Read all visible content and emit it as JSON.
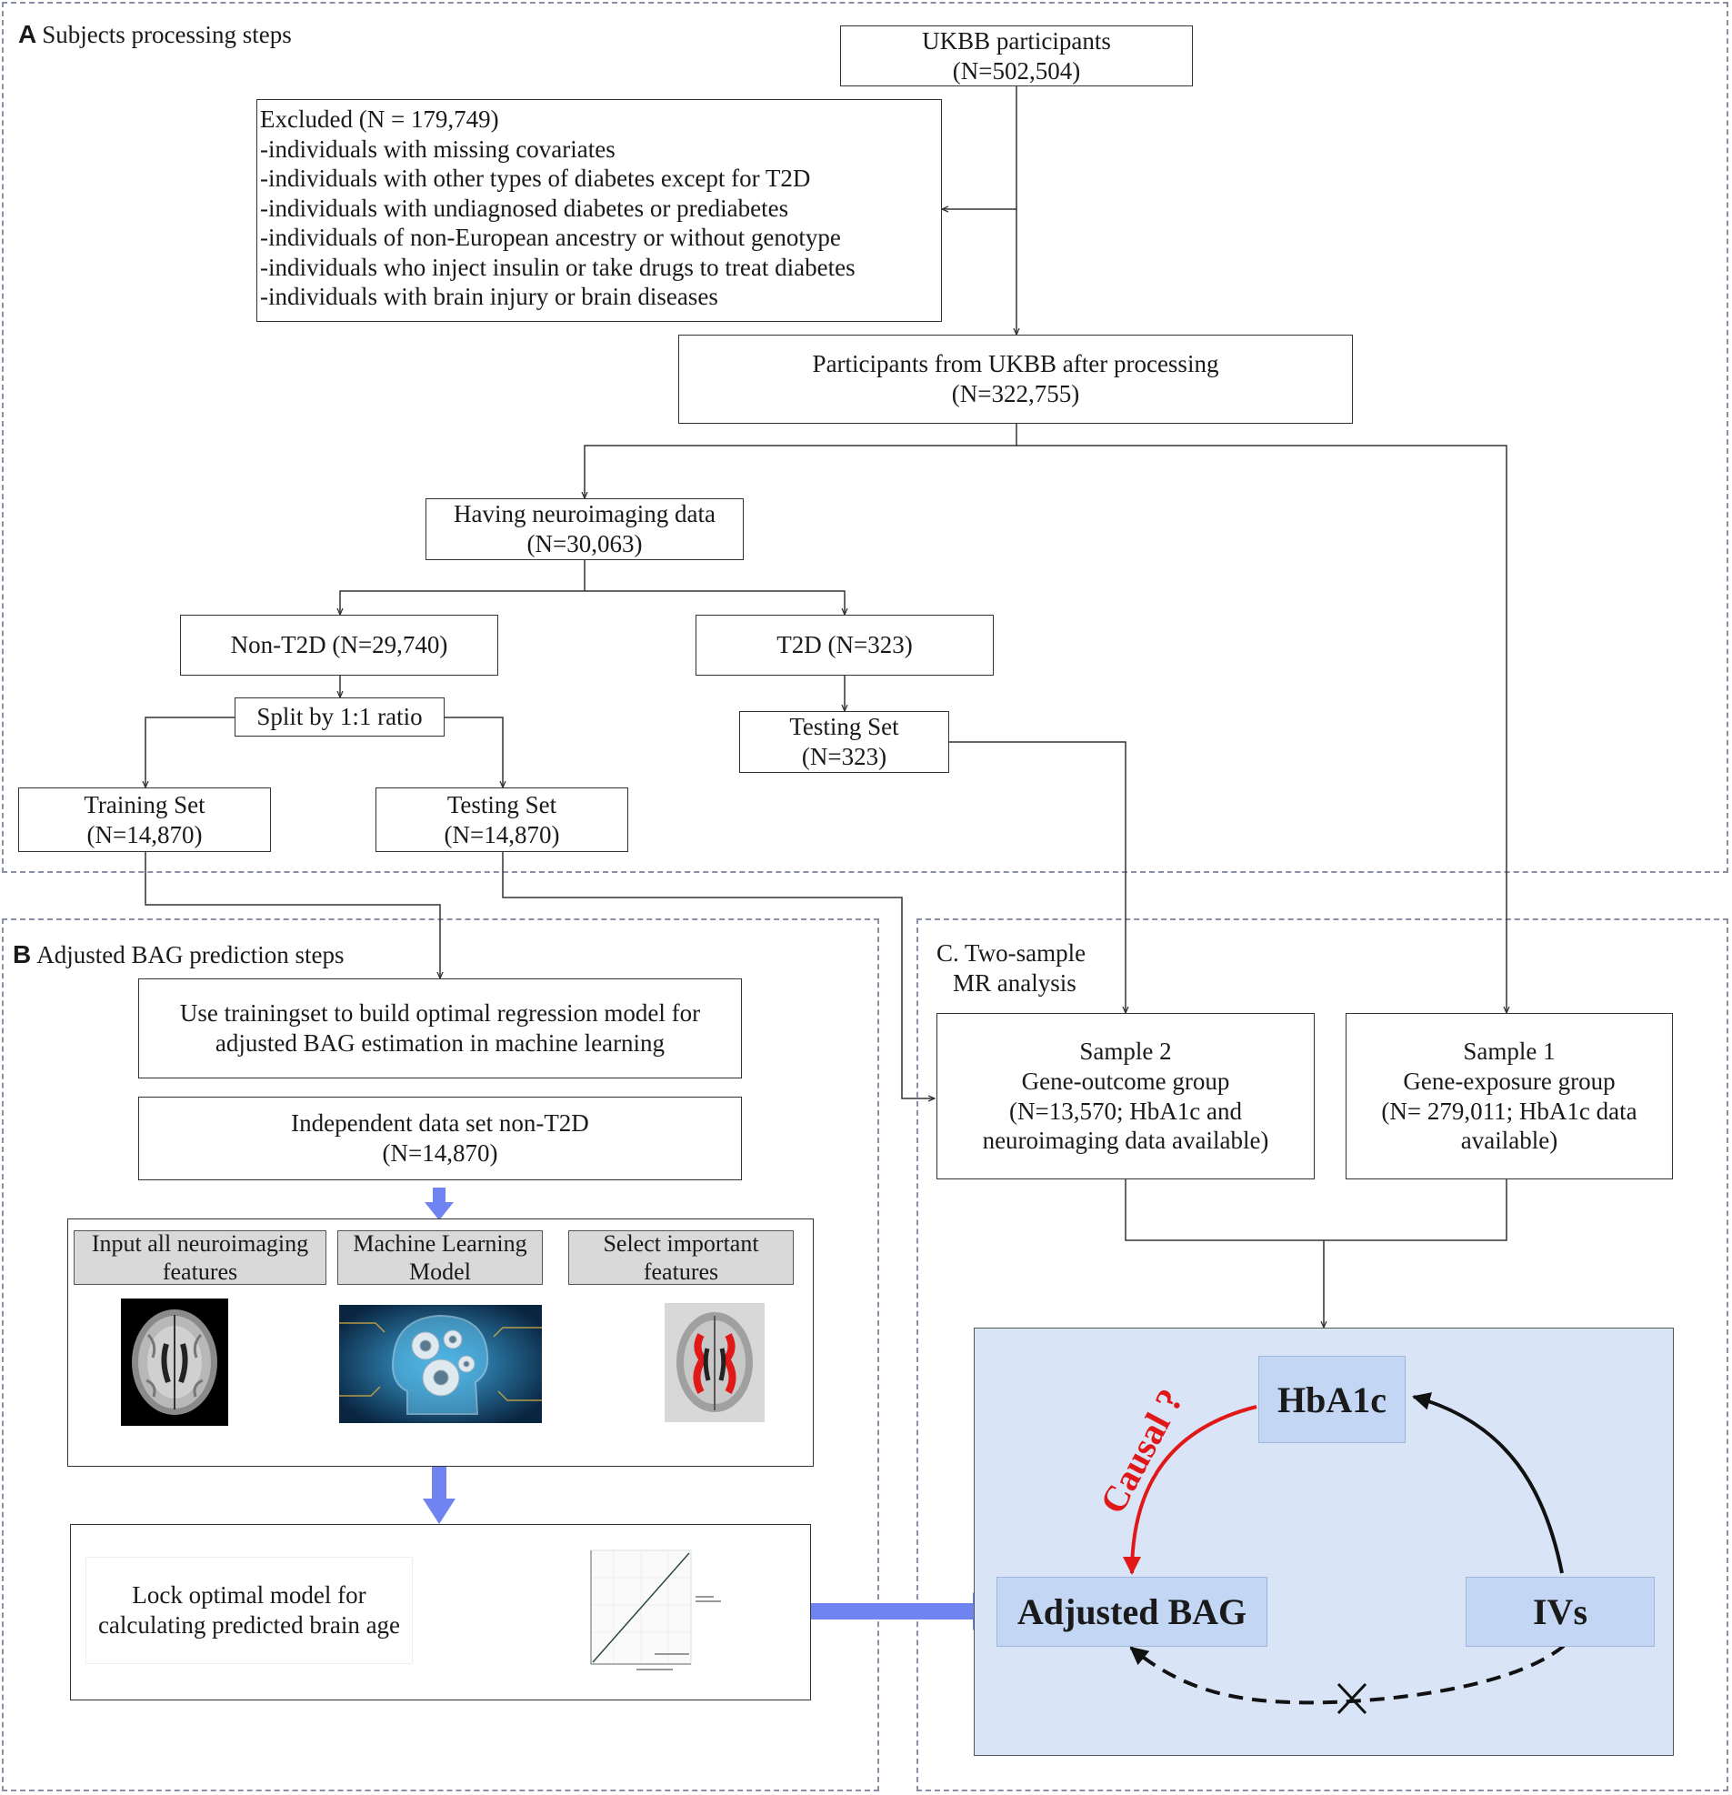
{
  "panels": {
    "a": {
      "letter": "A",
      "title": "Subjects processing steps"
    },
    "b": {
      "letter": "B",
      "title": "Adjusted BAG prediction steps"
    },
    "c": {
      "title_line1": "C. Two-sample",
      "title_line2": "MR analysis"
    }
  },
  "panel_a": {
    "ukbb": {
      "line1": "UKBB participants",
      "line2": "(N=502,504)"
    },
    "excluded": [
      "Excluded (N = 179,749)",
      "-individuals with missing covariates",
      "-individuals with other types of diabetes except for T2D",
      "-individuals with undiagnosed diabetes or prediabetes",
      "-individuals of non-European ancestry or without genotype",
      "-individuals who inject insulin or take drugs to treat diabetes",
      "-individuals with brain injury or brain diseases"
    ],
    "after": {
      "line1": "Participants from UKBB after processing",
      "line2": "(N=322,755)"
    },
    "neuro": {
      "line1": "Having neuroimaging data",
      "line2": "(N=30,063)"
    },
    "non_t2d": "Non-T2D (N=29,740)",
    "t2d": "T2D (N=323)",
    "split": "Split by 1:1 ratio",
    "testing_t2d": {
      "line1": "Testing Set",
      "line2": "(N=323)"
    },
    "training": {
      "line1": "Training Set",
      "line2": "(N=14,870)"
    },
    "testing": {
      "line1": "Testing Set",
      "line2": "(N=14,870)"
    }
  },
  "panel_b": {
    "build": {
      "line1": "Use trainingset to build optimal regression model for",
      "line2": "adjusted BAG estimation in machine learning"
    },
    "independent": {
      "line1": "Independent data set non-T2D",
      "line2": "(N=14,870)"
    },
    "step1": {
      "line1": "Input all neuroimaging",
      "line2": "features"
    },
    "step2": {
      "line1": "Machine Learning",
      "line2": "Model"
    },
    "step3": {
      "line1": "Select important",
      "line2": "features"
    },
    "lock": {
      "line1": "Lock optimal model for",
      "line2": "calculating predicted brain age"
    }
  },
  "panel_c": {
    "sample2": {
      "line1": "Sample 2",
      "line2": "Gene-outcome group",
      "line3": "(N=13,570; HbA1c and",
      "line4": "neuroimaging data available)"
    },
    "sample1": {
      "line1": "Sample 1",
      "line2": "Gene-exposure group",
      "line3": "(N= 279,011; HbA1c data",
      "line4": "available)"
    },
    "hba1c": "HbA1c",
    "bag": "Adjusted BAG",
    "ivs": "IVs",
    "causal": "Causal ?"
  },
  "colors": {
    "panel_border": "#8a8fa6",
    "arrow_blue": "#6f84f0",
    "mr_background": "#d9e4f7",
    "mr_node": "#c3d6f3",
    "causal_red": "#e01818",
    "gray_label": "#d9d9d9"
  }
}
